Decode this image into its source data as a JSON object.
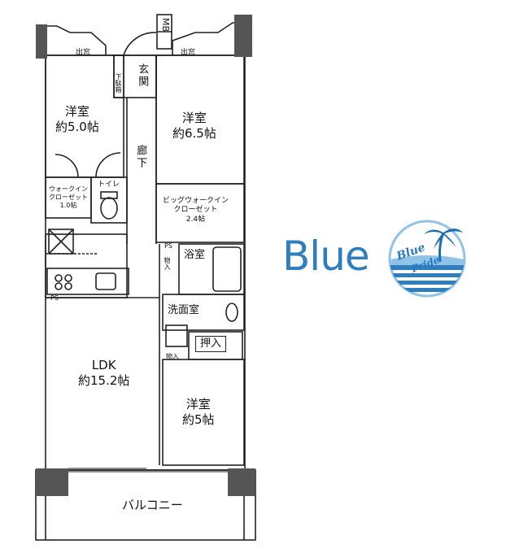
{
  "rooms": {
    "western_nw": {
      "name": "洋室",
      "size": "約5.0帖"
    },
    "western_ne": {
      "name": "洋室",
      "size": "約6.5帖"
    },
    "ldk": {
      "name": "LDK",
      "size": "約15.2帖"
    },
    "western_se": {
      "name": "洋室",
      "size": "約5帖"
    },
    "balcony": "バルコニー",
    "entrance": "玄関",
    "corridor": "廊下",
    "bath": "浴室",
    "washroom": "洗面室",
    "closet_oshiire": "押入",
    "toilet": "トイレ",
    "shoe_storage": "下駄箱",
    "mb": "MB",
    "window_left": "出窓",
    "window_right": "出窓",
    "storage_1": "物入",
    "storage_2": "物入",
    "walk_in_closet": {
      "line1": "ウォークイン",
      "line2": "クローゼット",
      "size": "1.0帖"
    },
    "big_walk_in_closet": {
      "line1": "ビッグウォークイン",
      "line2": "クローゼット",
      "size": "2.4帖"
    },
    "ps_1": "PS",
    "ps_2": "PS"
  },
  "logo": {
    "word": "Blue",
    "badge_line1": "Blue",
    "badge_line2": "Pride",
    "colors": {
      "primary": "#2f7fbf",
      "light": "#8fc3e8",
      "palm": "#1f6fb5"
    }
  }
}
